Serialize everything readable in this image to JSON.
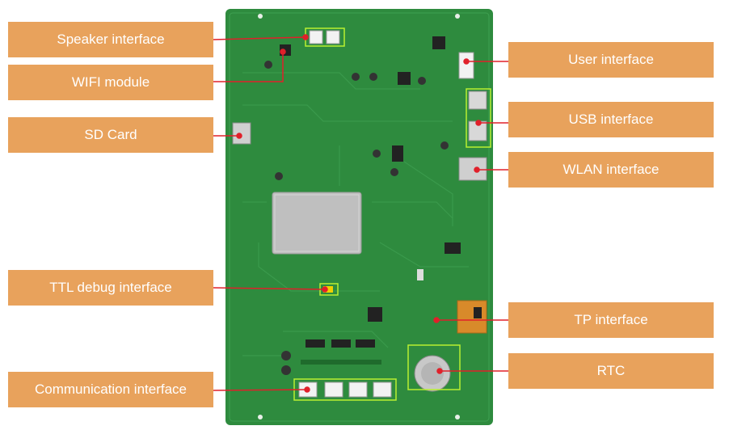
{
  "labels": {
    "speaker": "Speaker interface",
    "wifi": "WIFI module",
    "sd_card": "SD Card",
    "ttl_debug": "TTL debug interface",
    "communication": "Communication interface",
    "user": "User interface",
    "usb": "USB interface",
    "wlan": "WLAN interface",
    "tp": "TP interface",
    "rtc": "RTC"
  },
  "colors": {
    "label_bg": "#E8A25C",
    "label_text": "#ffffff",
    "pointer_line": "#E0202A",
    "highlight_box": "#B8F030",
    "pcb_green": "#2E8B3E",
    "pcb_dark": "#1F6B2C",
    "chip_shield": "#BFBFBF"
  }
}
